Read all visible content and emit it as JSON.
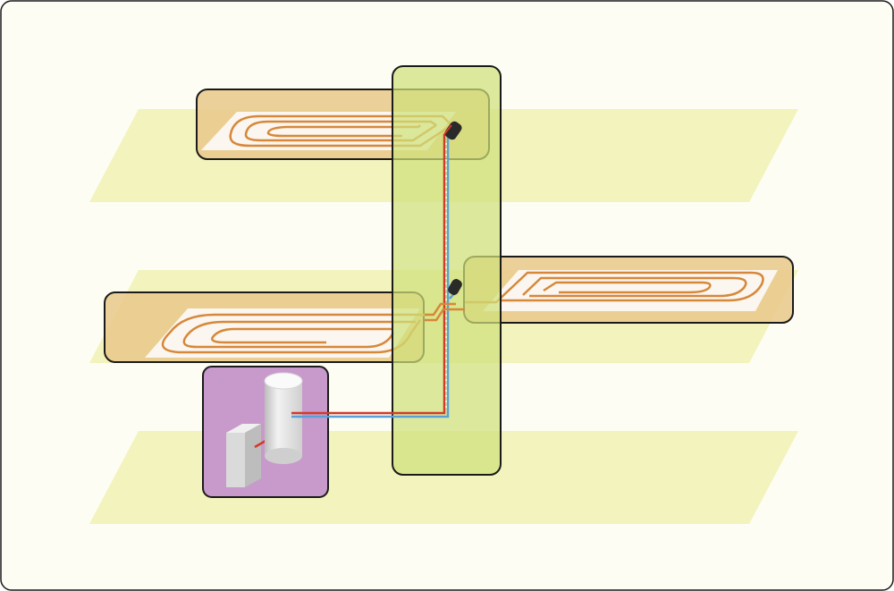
{
  "diagram": {
    "labels": [],
    "colors": {
      "background": "#fdfdf3",
      "frame_border": "#1a1a1a",
      "floor_plane": "#f3f3bd",
      "riser_zone": "#cfe07a",
      "heating_zone": "#e9c98c",
      "boiler_zone": "#c79acb",
      "pipe_copper": "#d6883a",
      "pipe_supply": "#d23a2a",
      "pipe_return": "#5aa0d8",
      "appliance": "#e4e4e4",
      "mat": "#fbf6ef"
    },
    "floors": 3,
    "heating_loops": 3,
    "manifolds": 2,
    "appliances": [
      "boiler-cylinder",
      "heat-unit"
    ]
  }
}
